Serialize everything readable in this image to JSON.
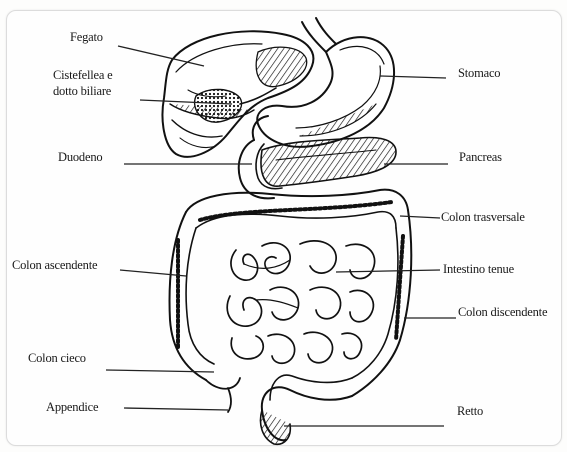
{
  "diagram": {
    "labels": {
      "fegato": "Fegato",
      "cistefellea_1": "Cistefellea e",
      "cistefellea_2": "dotto biliare",
      "duodeno": "Duodeno",
      "colon_ascendente": "Colon ascendente",
      "colon_cieco": "Colon cieco",
      "appendice": "Appendice",
      "stomaco": "Stomaco",
      "pancreas": "Pancreas",
      "colon_trasversale": "Colon trasversale",
      "intestino_tenue": "Intestino tenue",
      "colon_discendente": "Colon discendente",
      "retto": "Retto"
    },
    "colors": {
      "ink": "#111111",
      "leader": "#222222",
      "paper": "#fefefe"
    }
  }
}
